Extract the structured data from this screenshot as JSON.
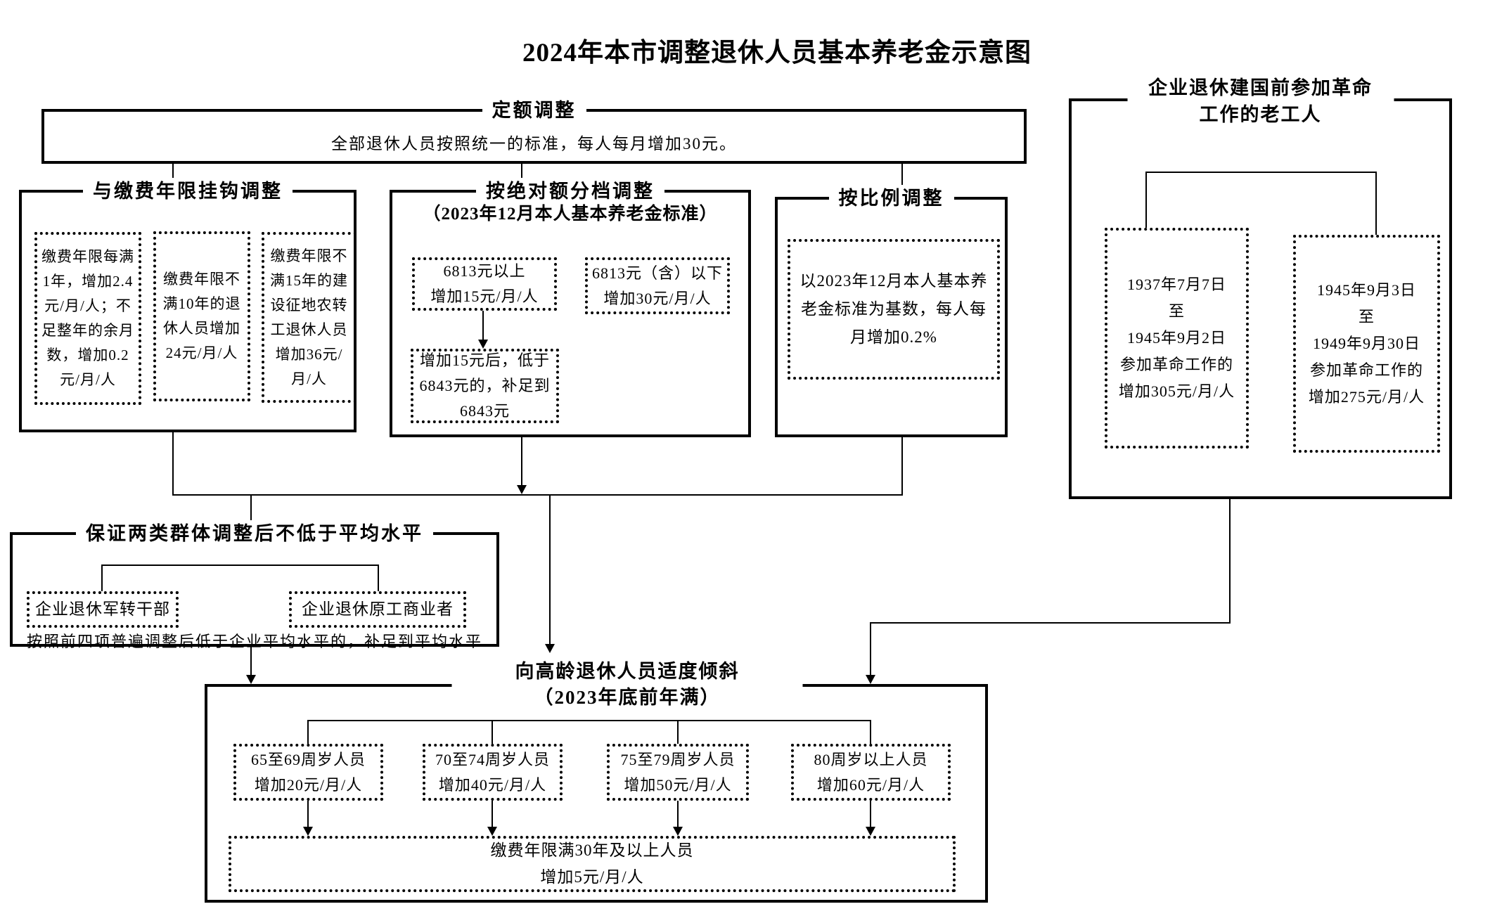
{
  "title": "2024年本市调整退休人员基本养老金示意图",
  "colors": {
    "line": "#000000",
    "background": "#ffffff"
  },
  "boxes": {
    "fixed": {
      "title": "定额调整",
      "content": "全部退休人员按照统一的标准，每人每月增加30元。"
    },
    "years": {
      "title": "与缴费年限挂钩调整",
      "items": [
        "缴费年限每满1年，增加2.4元/月/人；不足整年的余月数，增加0.2元/月/人",
        "缴费年限不满10年的退休人员增加24元/月/人",
        "缴费年限不满15年的建设征地农转工退休人员增加36元/月/人"
      ]
    },
    "absolute": {
      "title": "按绝对额分档调整",
      "subtitle": "（2023年12月本人基本养老金标准）",
      "above_box": "6813元以上\n增加15元/月/人",
      "below_box": "6813元（含）以下\n增加30元/月/人",
      "topup_box": "增加15元后，低于\n6843元的，补足到\n6843元"
    },
    "ratio": {
      "title": "按比例调整",
      "content": "以2023年12月本人基本养老金标准为基数，每人每月增加0.2%"
    },
    "veteran": {
      "title_line1": "企业退休建国前参加革命",
      "title_line2": "工作的老工人",
      "left_box": "1937年7月7日\n至\n1945年9月2日\n参加革命工作的\n增加305元/月/人",
      "right_box": "1945年9月3日\n至\n1949年9月30日\n参加革命工作的\n增加275元/月/人"
    },
    "guarantee": {
      "title": "保证两类群体调整后不低于平均水平",
      "group1": "企业退休军转干部",
      "group2": "企业退休原工商业者",
      "note": "按照前四项普遍调整后低于企业平均水平的，补足到平均水平"
    },
    "elderly": {
      "title_line1": "向高龄退休人员适度倾斜",
      "title_line2": "（2023年底前年满）",
      "ages": [
        "65至69周岁人员\n增加20元/月/人",
        "70至74周岁人员\n增加40元/月/人",
        "75至79周岁人员\n增加50元/月/人",
        "80周岁以上人员\n增加60元/月/人"
      ],
      "bottom": "缴费年限满30年及以上人员\n增加5元/月/人"
    }
  }
}
